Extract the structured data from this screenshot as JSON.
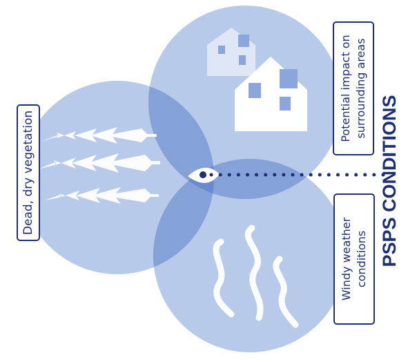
{
  "diagram": {
    "title": "PSPS CONDITIONS",
    "circles": [
      {
        "id": "vegetation",
        "label": "Dead, dry vegetation",
        "icon": "tree-icon"
      },
      {
        "id": "impact",
        "label_lines": [
          "Potential impact on",
          "surrounding areas"
        ],
        "icon": "house-icon"
      },
      {
        "id": "wind",
        "label_lines": [
          "Windy weather",
          "conditions"
        ],
        "icon": "wind-icon"
      }
    ],
    "colors": {
      "circle": "#7e9ed8",
      "overlap": "#5f82c8",
      "center": "#5372bd",
      "ink": "#1e2f74",
      "icon": "#ffffff"
    }
  }
}
